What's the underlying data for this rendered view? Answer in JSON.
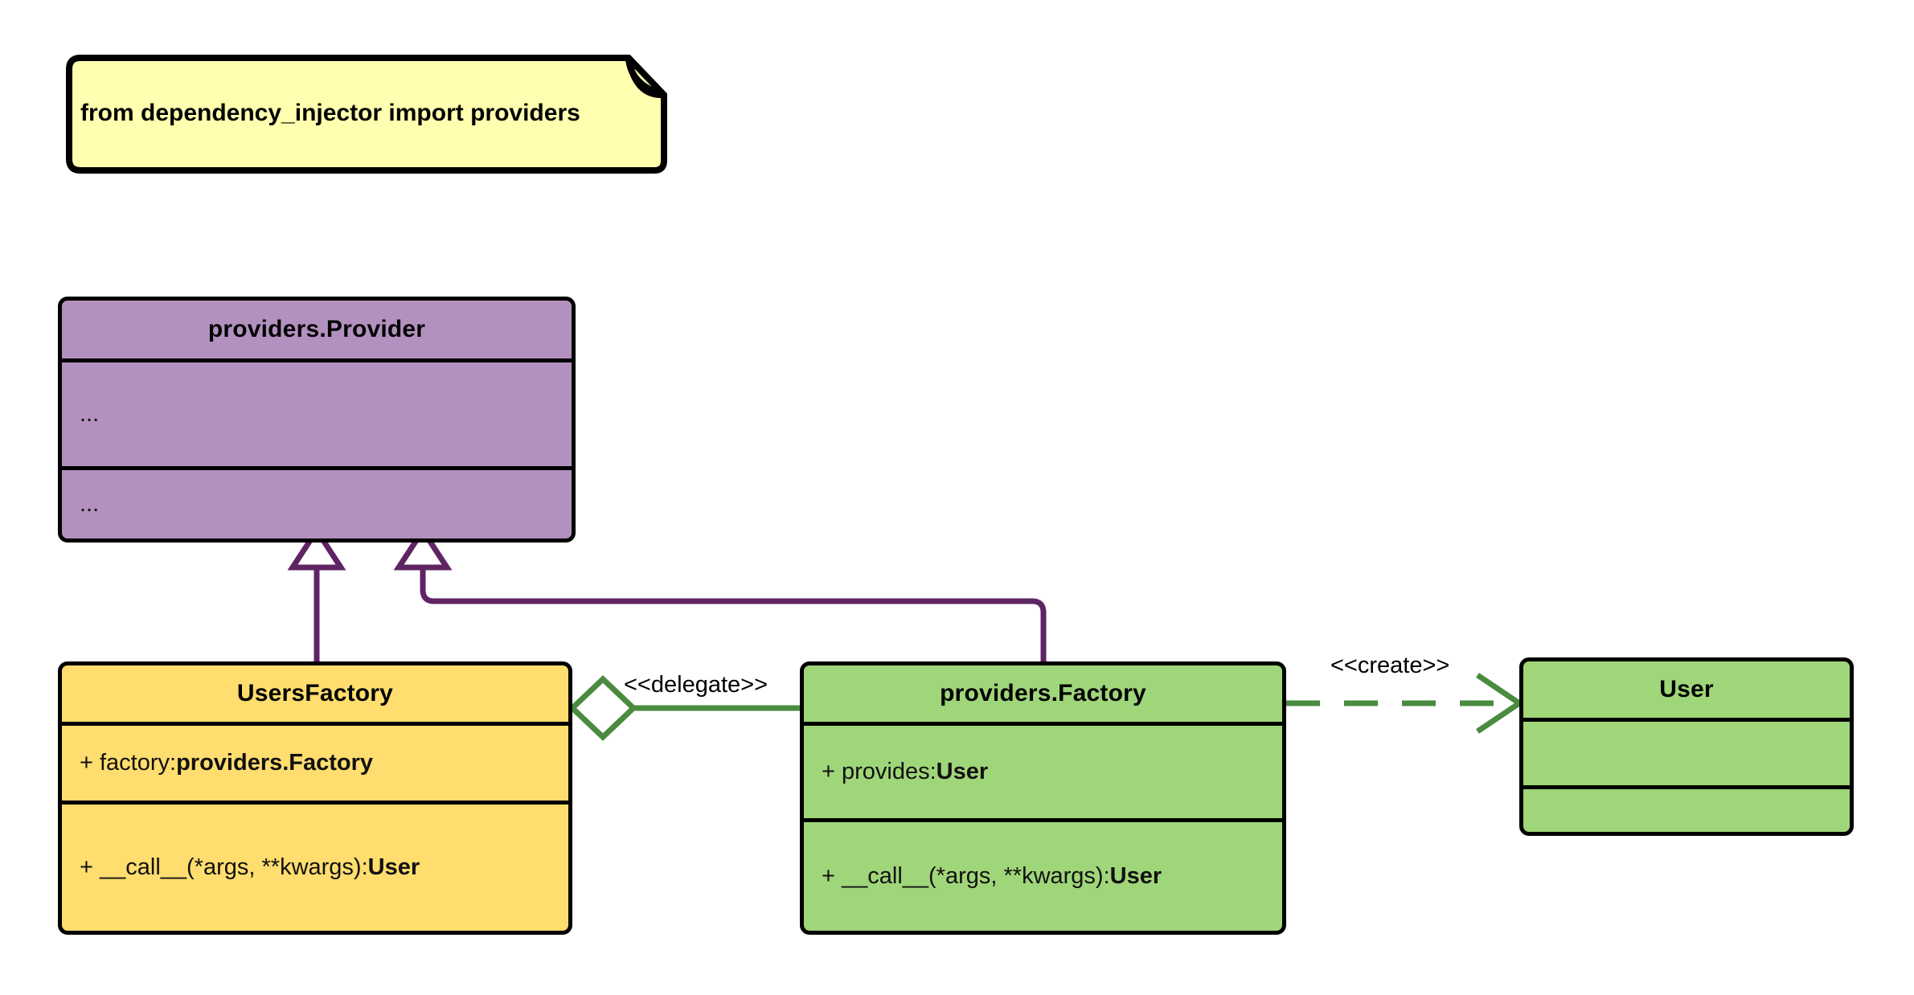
{
  "diagram": {
    "type": "uml-class-diagram",
    "background": "#ffffff",
    "palette": {
      "note_fill": "#ffffaf",
      "note_fold": "#b3b37a",
      "provider_fill": "#b391bf",
      "factory_fill": "#ffdd6e",
      "green_fill": "#a0d67a",
      "outline": "#000000",
      "inherit_edge": "#5e2463",
      "assoc_edge": "#4a8b3f"
    }
  },
  "note": {
    "text": "from dependency_injector import providers"
  },
  "classes": {
    "provider": {
      "name": "providers.Provider",
      "attributes": "...",
      "methods": "..."
    },
    "users_factory": {
      "name": "UsersFactory",
      "attribute_prefix": "+ factory: ",
      "attribute_type": "providers.Factory",
      "method_prefix": "+ __call__(*args, **kwargs): ",
      "method_type": "User"
    },
    "providers_factory": {
      "name": "providers.Factory",
      "attribute_prefix": "+ provides: ",
      "attribute_type": "User",
      "method_prefix": "+ __call__(*args, **kwargs): ",
      "method_type": "User"
    },
    "user": {
      "name": "User",
      "attributes": "",
      "methods": ""
    }
  },
  "edges": {
    "delegate": {
      "label": "<<delegate>>",
      "kind": "aggregation",
      "from": "UsersFactory",
      "to": "providers.Factory"
    },
    "create": {
      "label": "<<create>>",
      "kind": "dependency",
      "from": "providers.Factory",
      "to": "User"
    },
    "inherit_users_factory": {
      "label": "",
      "kind": "generalization",
      "from": "UsersFactory",
      "to": "providers.Provider"
    },
    "inherit_providers_factory": {
      "label": "",
      "kind": "generalization",
      "from": "providers.Factory",
      "to": "providers.Provider"
    }
  }
}
